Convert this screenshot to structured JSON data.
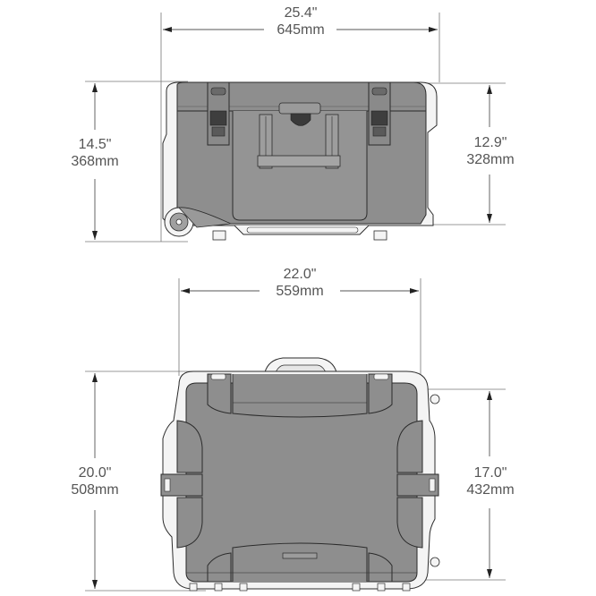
{
  "diagram": {
    "subject": "Wheeled hard case dimensions",
    "colors": {
      "case_fill": "#8e8e8e",
      "case_light": "#a3a3a3",
      "outline": "#2b2b2b",
      "trim": "#f4f4f4",
      "dimension_line": "#555555",
      "text": "#555555"
    },
    "views": [
      {
        "name": "front-view",
        "dimensions": {
          "overall_width": {
            "imperial": "25.4\"",
            "metric": "645mm"
          },
          "overall_height": {
            "imperial": "14.5\"",
            "metric": "368mm"
          },
          "body_height": {
            "imperial": "12.9\"",
            "metric": "328mm"
          }
        }
      },
      {
        "name": "top-view",
        "dimensions": {
          "width": {
            "imperial": "22.0\"",
            "metric": "559mm"
          },
          "overall_depth": {
            "imperial": "20.0\"",
            "metric": "508mm"
          },
          "body_depth": {
            "imperial": "17.0\"",
            "metric": "432mm"
          }
        }
      }
    ]
  }
}
